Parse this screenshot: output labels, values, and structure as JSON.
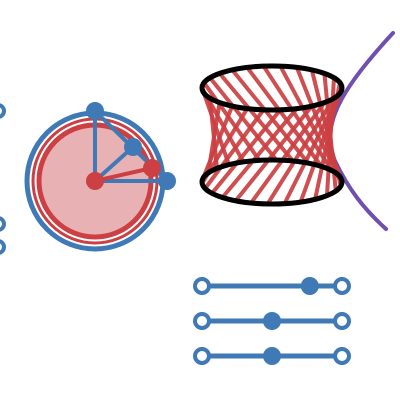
{
  "colors": {
    "background": "#ffffff",
    "blue": "#3f79b6",
    "red": "#cc3f42",
    "red_fill": "#e8b2b4",
    "black": "#000000",
    "purple": "#6f4fb0"
  },
  "widgets": {
    "circle_diagram": {
      "icon": "circle-radius-diagram"
    },
    "hyperboloid": {
      "icon": "hyperboloid-wireframe"
    },
    "sliders": [
      {
        "name": "slider-1",
        "value": 0.77
      },
      {
        "name": "slider-2",
        "value": 0.5
      },
      {
        "name": "slider-3",
        "value": 0.5
      }
    ]
  }
}
